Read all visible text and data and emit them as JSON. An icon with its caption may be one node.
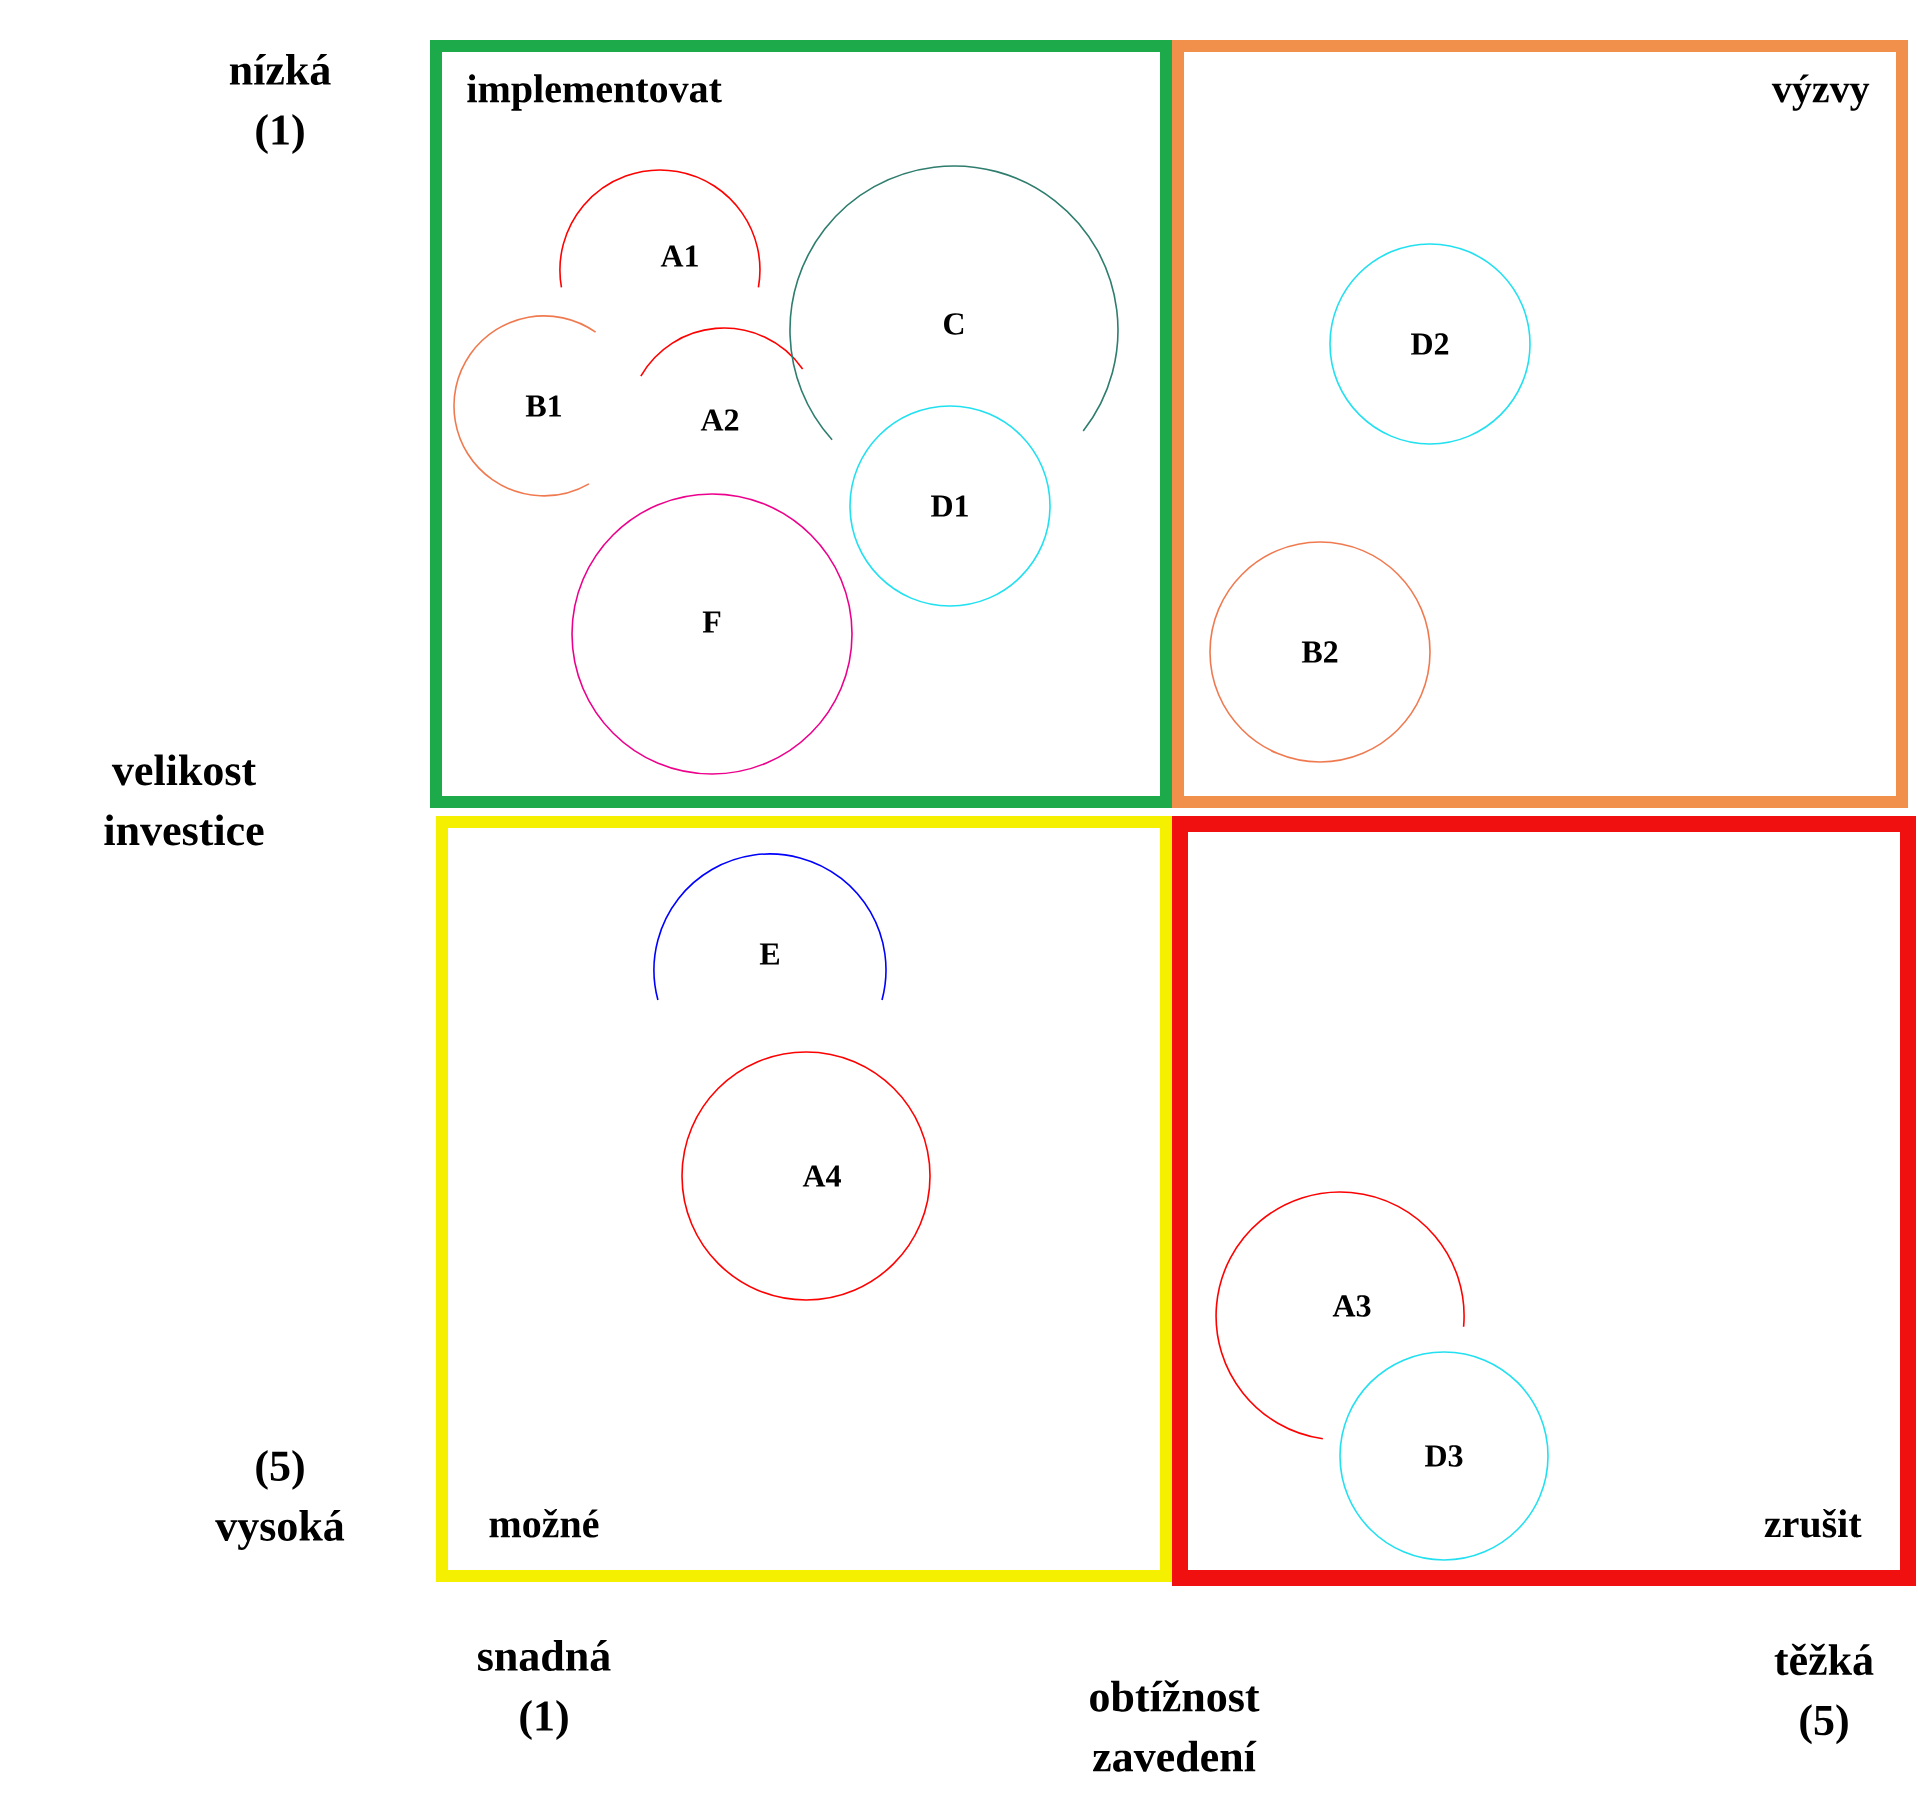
{
  "diagram": {
    "nodes": [
      {
        "text": [
          "implementovat"
        ]
      },
      {
        "text": [
          "A1"
        ],
        "in": 0
      },
      {
        "text": [
          "B1"
        ],
        "in": 0
      },
      {
        "text": [
          "A2"
        ],
        "in": 0
      },
      {
        "text": [
          "C"
        ],
        "in": 0
      },
      {
        "text": [
          "D1"
        ],
        "in": 0
      },
      {
        "text": [
          "F"
        ],
        "in": 0
      },
      {
        "text": [
          "výzvy"
        ]
      },
      {
        "text": [
          "D2"
        ],
        "in": 7
      },
      {
        "text": [
          "B2"
        ],
        "in": 7
      },
      {
        "text": [
          "možné"
        ]
      },
      {
        "text": [
          "E"
        ],
        "in": 10
      },
      {
        "text": [
          "A4"
        ],
        "in": 10
      },
      {
        "text": [
          "zrušit"
        ]
      },
      {
        "text": [
          "A3"
        ],
        "in": 13
      },
      {
        "text": [
          "D3"
        ],
        "in": 13
      }
    ],
    "labels": [
      "nízká (1)",
      "velikost investice",
      "(5) vysoká",
      "snadná (1)",
      "obtížnost zavedení",
      "těžká (5)"
    ]
  }
}
